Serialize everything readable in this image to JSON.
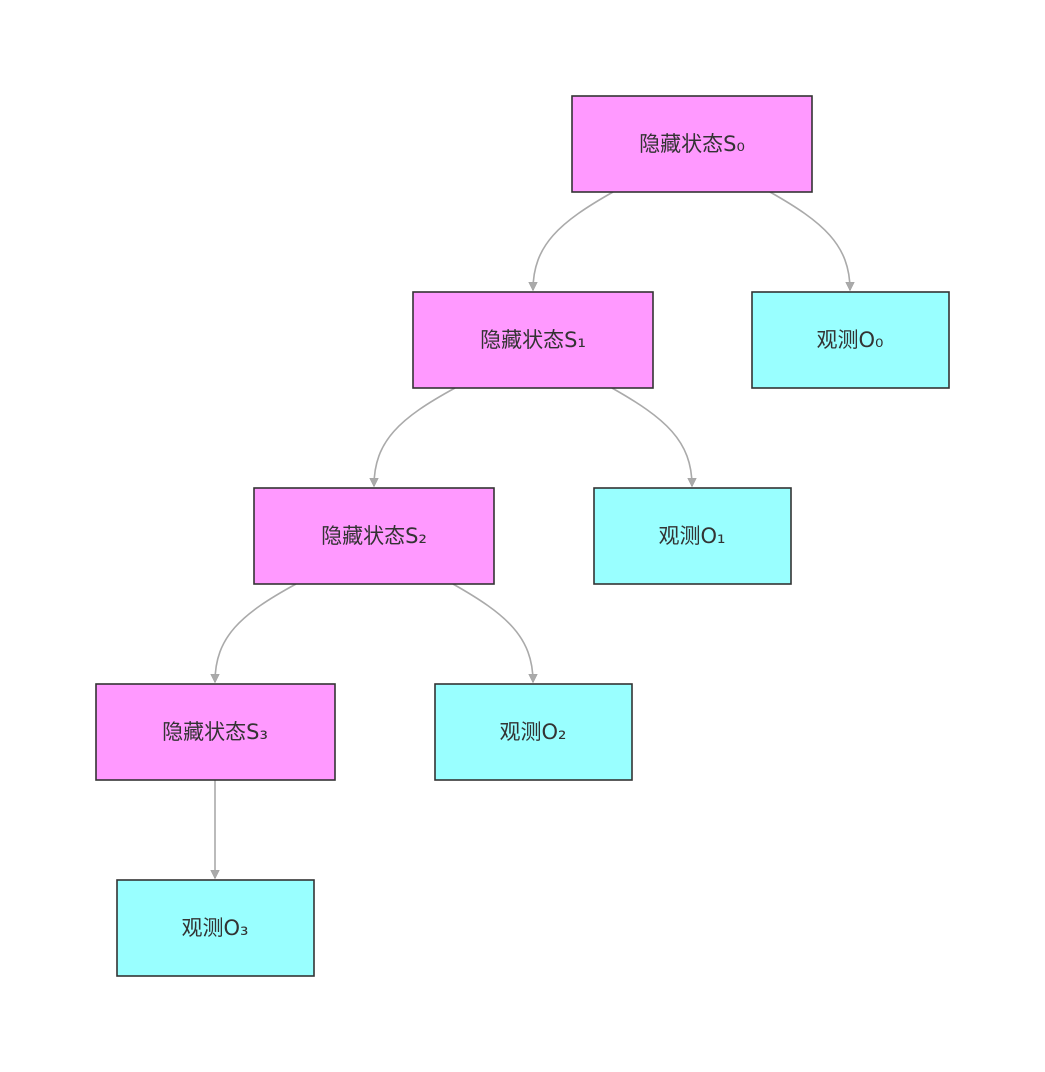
{
  "colors": {
    "hidden_state_fill": "#ff99ff",
    "observation_fill": "#99ffff",
    "node_stroke": "#333333",
    "edge": "#aaaaaa",
    "text": "#333333"
  },
  "nodes": {
    "s0": {
      "label": "隐藏状态S₀",
      "kind": "hidden-state"
    },
    "s1": {
      "label": "隐藏状态S₁",
      "kind": "hidden-state"
    },
    "s2": {
      "label": "隐藏状态S₂",
      "kind": "hidden-state"
    },
    "s3": {
      "label": "隐藏状态S₃",
      "kind": "hidden-state"
    },
    "o0": {
      "label": "观测O₀",
      "kind": "observation"
    },
    "o1": {
      "label": "观测O₁",
      "kind": "observation"
    },
    "o2": {
      "label": "观测O₂",
      "kind": "observation"
    },
    "o3": {
      "label": "观测O₃",
      "kind": "observation"
    }
  },
  "edges": [
    {
      "from": "s0",
      "to": "s1"
    },
    {
      "from": "s0",
      "to": "o0"
    },
    {
      "from": "s1",
      "to": "s2"
    },
    {
      "from": "s1",
      "to": "o1"
    },
    {
      "from": "s2",
      "to": "s3"
    },
    {
      "from": "s2",
      "to": "o2"
    },
    {
      "from": "s3",
      "to": "o3"
    }
  ]
}
